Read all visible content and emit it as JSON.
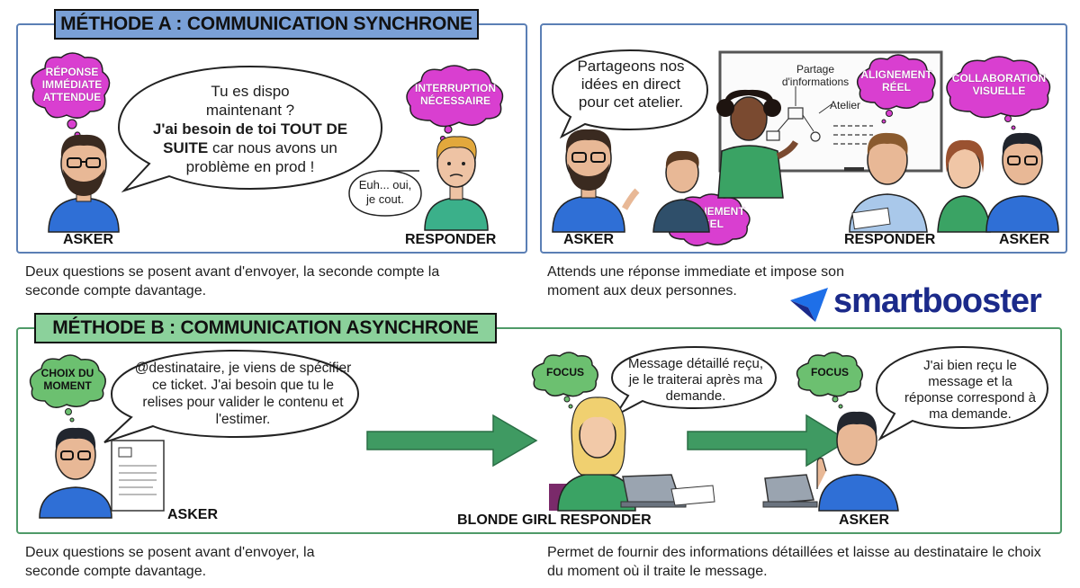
{
  "method_a": {
    "title": "MÉTHODE A : COMMUNICATION SYNCHRONE",
    "left_panel": {
      "thought_asker": "RÉPONSE IMMÉDIATE ATTENDUE",
      "thought_responder": "INTERRUPTION NÉCESSAIRE",
      "speech_line1": "Tu es dispo",
      "speech_line2": "maintenant ?",
      "speech_bold": "J'ai besoin de toi TOUT DE SUITE",
      "speech_rest": "car nous avons un problème en prod !",
      "reply": "Euh... oui, je cout.",
      "label_asker": "ASKER",
      "label_responder": "RESPONDER"
    },
    "right_panel": {
      "speech": "Partageons nos idées en direct pour cet atelier.",
      "board_label_1": "Partage d'informations",
      "board_label_2": "Atelier",
      "thought_1": "ALIGNEMENT RÉEL",
      "thought_2": "COLLABORATION VISUELLE",
      "thought_3": "ALIGNEMENT RÉEL",
      "label_asker_left": "ASKER",
      "label_responder": "RESPONDER",
      "label_asker_right": "ASKER"
    },
    "caption_left": "Deux questions se posent avant d'envoyer, la seconde compte la seconde compte davantage.",
    "caption_right": "Attends une réponse immediate et impose son moment aux deux personnes."
  },
  "brand": {
    "name": "smartbooster",
    "color": "#1b2a8a",
    "accent": "#1e6fe8"
  },
  "method_b": {
    "title": "MÉTHODE B : COMMUNICATION ASYNCHRONE",
    "thought_asker": "CHOIX DU MOMENT",
    "speech_asker": "@destinataire, je viens de spécifier ce ticket. J'ai besoin que tu le relises pour valider le contenu et l'estimer.",
    "thought_responder": "FOCUS",
    "speech_responder": "Message détaillé reçu, je le traiterai après ma demande.",
    "thought_asker_2": "FOCUS",
    "speech_asker_2": "J'ai bien reçu le message et la réponse correspond à ma demande.",
    "label_asker": "ASKER",
    "label_responder": "BLONDE GIRL RESPONDER",
    "label_asker_2": "ASKER",
    "caption_left": "Deux questions se posent avant d'envoyer, la seconde compte davantage.",
    "caption_right": "Permet de fournir des informations détaillées et laisse au destinataire le choix du moment où il traite le message."
  },
  "colors": {
    "panel_a_border": "#5b7fb5",
    "panel_b_border": "#4f9a68",
    "title_a_bg": "#7aa0d6",
    "title_b_bg": "#8bd19b",
    "cloud_pink": "#d93fd0",
    "cloud_green": "#6cc070",
    "arrow_green": "#3f9a62"
  }
}
